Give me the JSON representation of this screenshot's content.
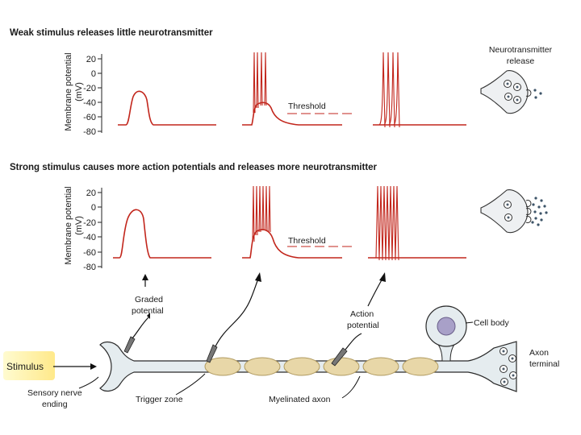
{
  "heading_weak": "Weak stimulus releases little neurotransmitter",
  "heading_strong": "Strong stimulus causes more action potentials and releases more neurotransmitter",
  "y_axis_label_line1": "Membrane potential",
  "y_axis_label_line2": "(mV)",
  "y_ticks": [
    "20",
    "0",
    "-20",
    "-40",
    "-60",
    "-80"
  ],
  "threshold_label": "Threshold",
  "release_label_line1": "Neurotransmitter",
  "release_label_line2": "release",
  "labels": {
    "graded_line1": "Graded",
    "graded_line2": "potential",
    "action_line1": "Action",
    "action_line2": "potential",
    "cell_body": "Cell body",
    "axon_line1": "Axon",
    "axon_line2": "terminal",
    "stimulus": "Stimulus",
    "sensory_line1": "Sensory nerve",
    "sensory_line2": "ending",
    "trigger_zone": "Trigger zone",
    "myelinated_axon": "Myelinated axon"
  },
  "colors": {
    "trace": "#c2261c",
    "myelin": "#e8d7a8",
    "stimulus_glow": "#fff3a0",
    "vesicle": "#4a5a6a"
  },
  "icons": [
    "recording-electrode-icon",
    "vesicle-icon",
    "neurotransmitter-dots-icon"
  ]
}
